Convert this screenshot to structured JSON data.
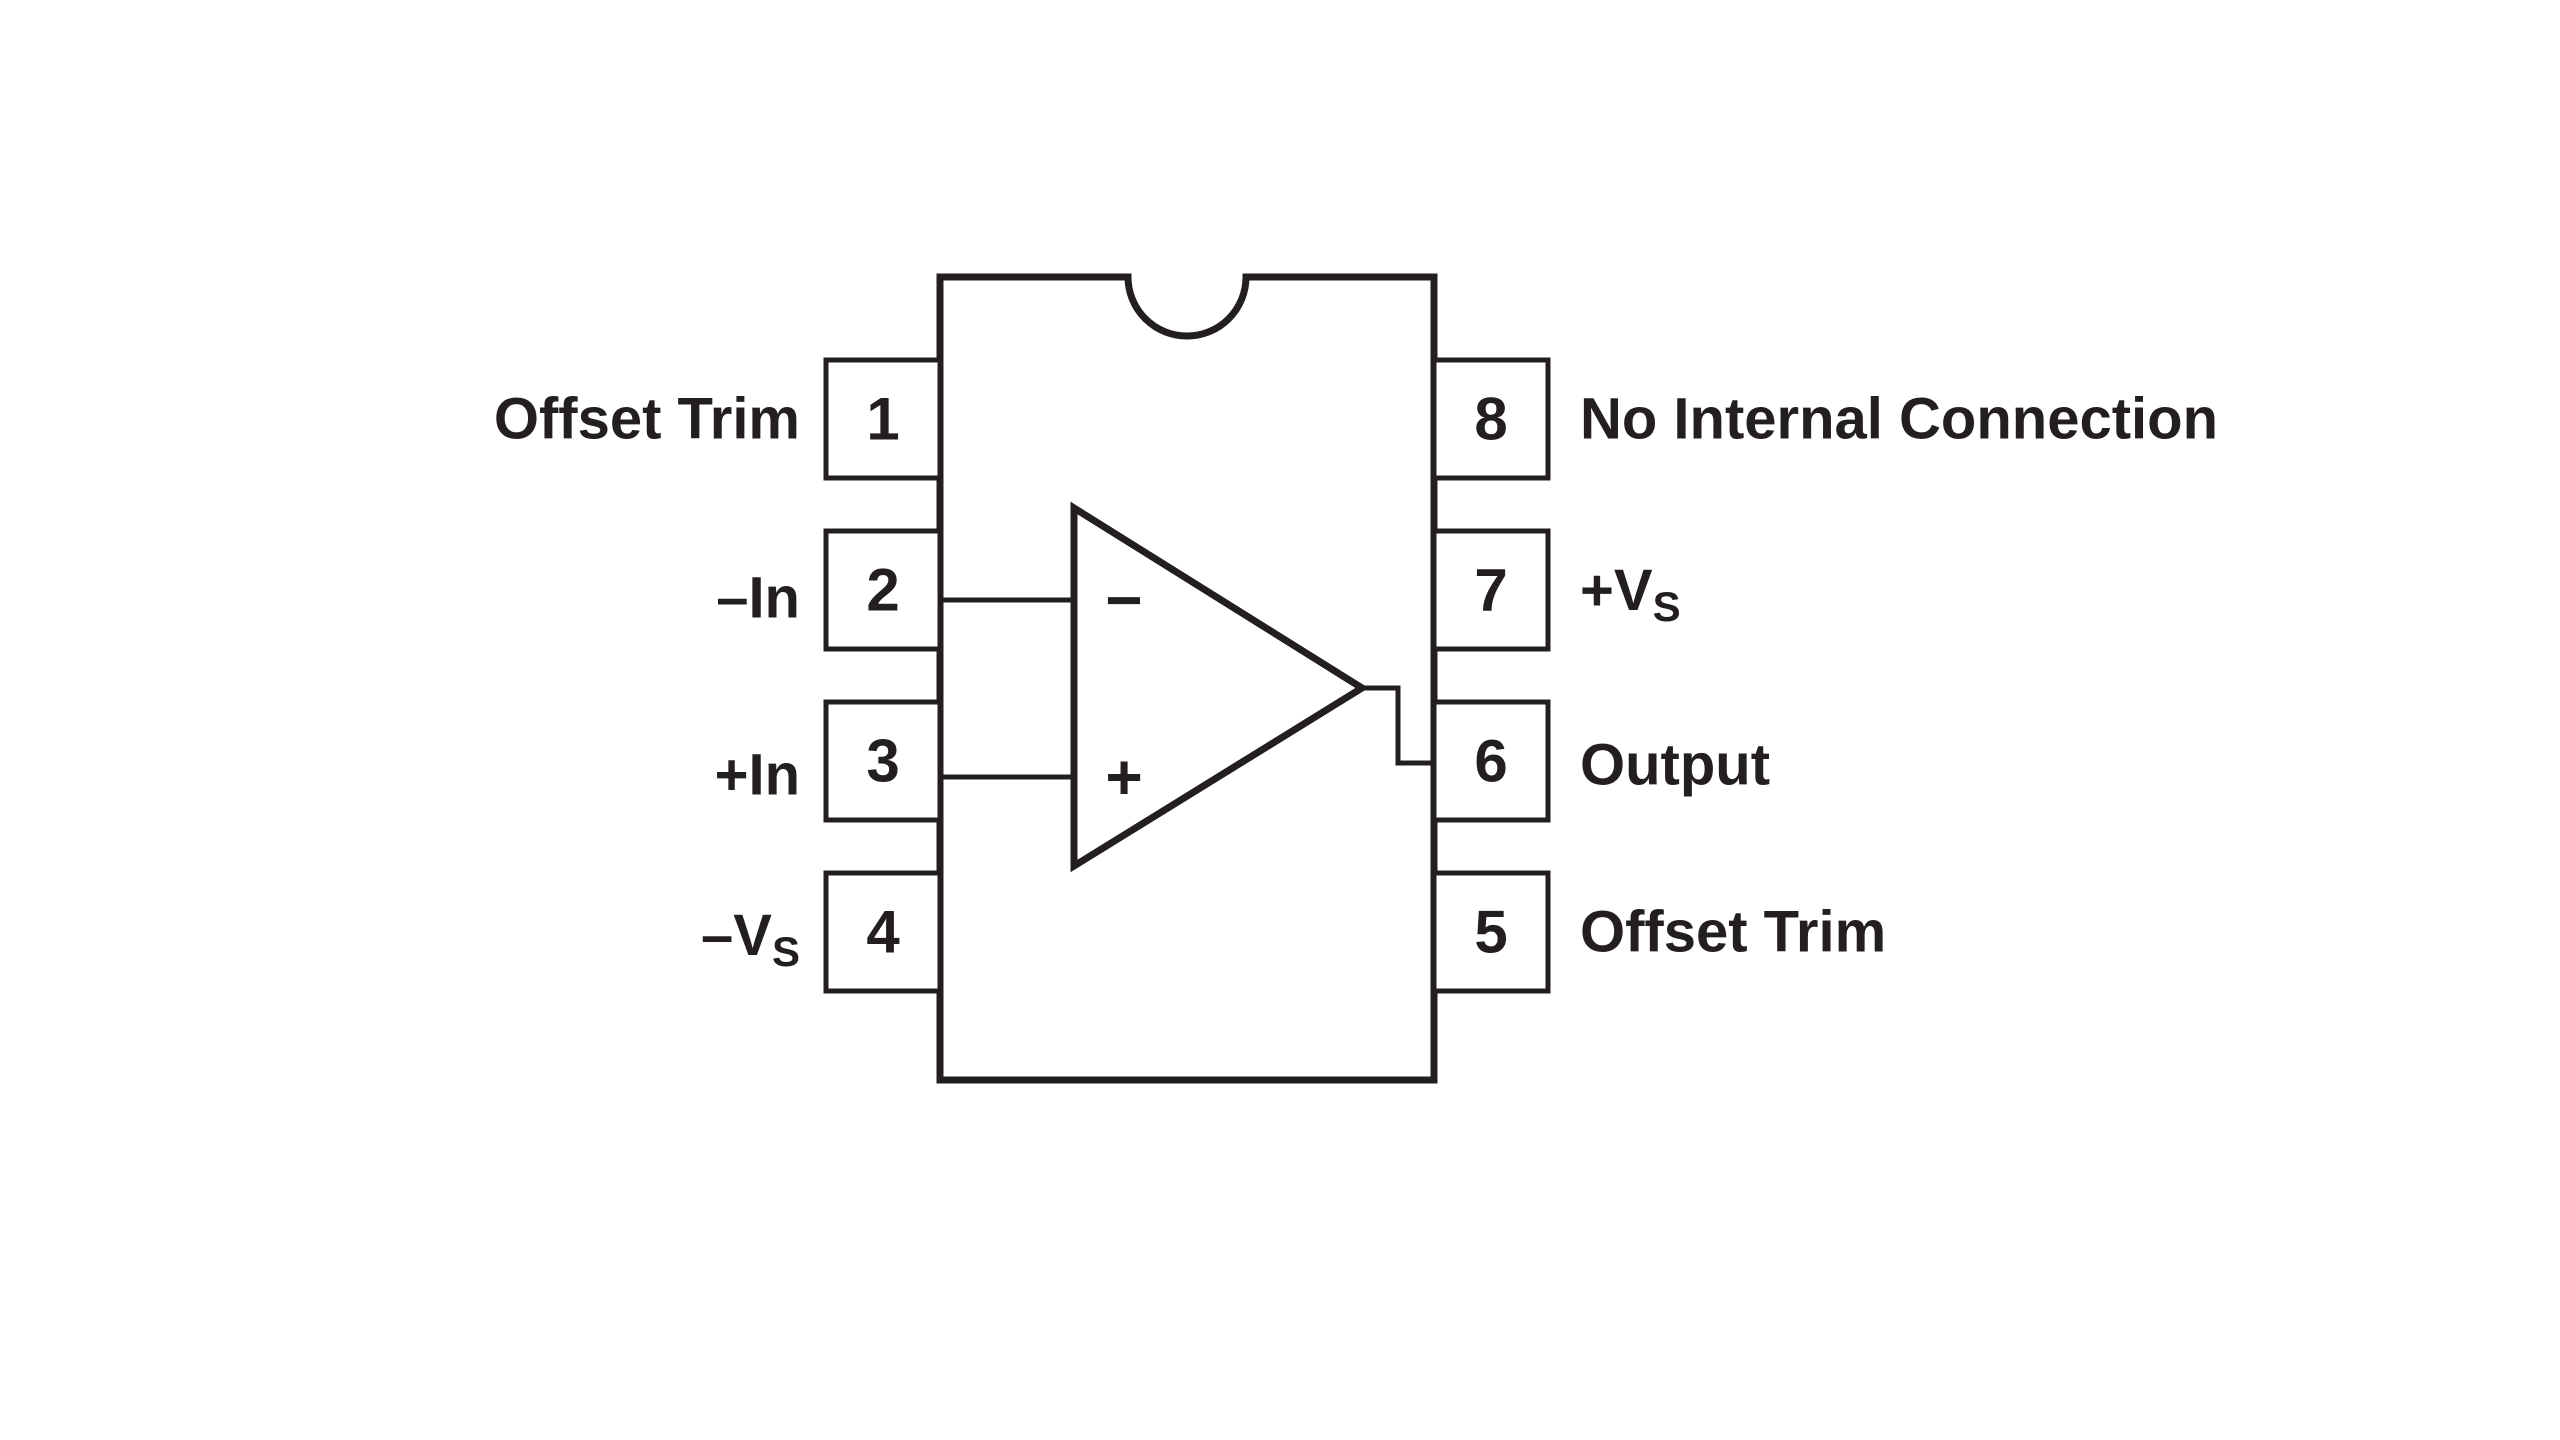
{
  "figure": {
    "type": "ic-pinout-diagram",
    "package": "8-pin DIP, top view, notch at top",
    "colors": {
      "line": "#231f20",
      "text": "#231f20",
      "background": "#ffffff"
    },
    "opamp": {
      "inverting_symbol": "−",
      "noninverting_symbol": "+"
    },
    "pins_left": [
      {
        "number": "1",
        "label": "Offset Trim",
        "label_sub": ""
      },
      {
        "number": "2",
        "label": "–In",
        "label_sub": ""
      },
      {
        "number": "3",
        "label": "+In",
        "label_sub": ""
      },
      {
        "number": "4",
        "label": "–V",
        "label_sub": "S"
      }
    ],
    "pins_right": [
      {
        "number": "8",
        "label": "No Internal Connection",
        "label_sub": ""
      },
      {
        "number": "7",
        "label": "+V",
        "label_sub": "S"
      },
      {
        "number": "6",
        "label": "Output",
        "label_sub": ""
      },
      {
        "number": "5",
        "label": "Offset Trim",
        "label_sub": ""
      }
    ]
  }
}
